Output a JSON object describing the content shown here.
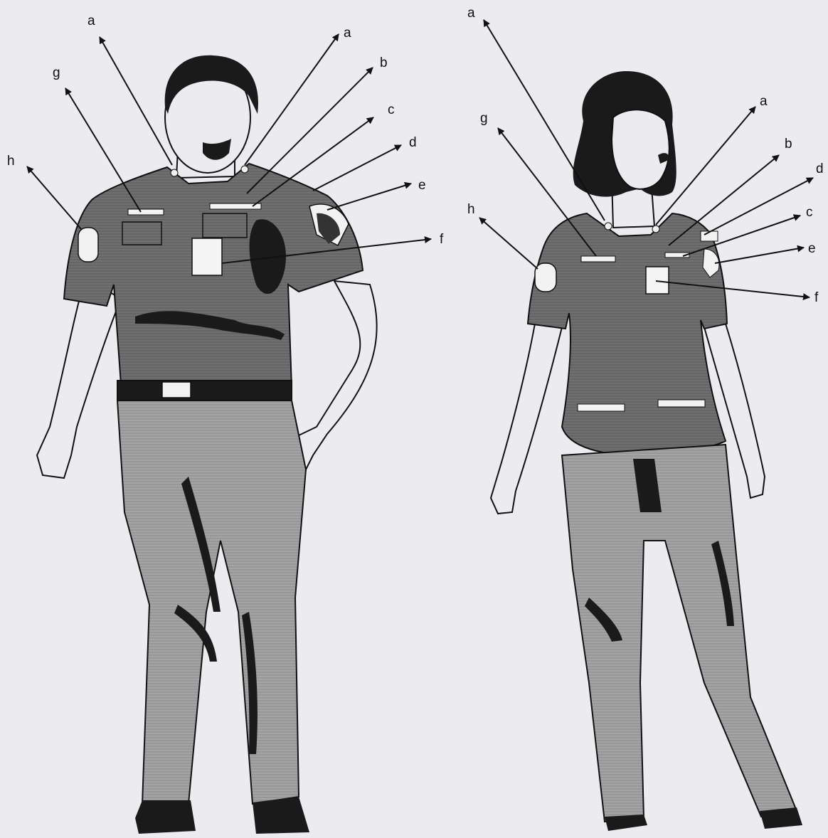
{
  "colors": {
    "background": "#ecebf0",
    "shirt_dark": "#6b6b6b",
    "trousers": "#9a9a9a",
    "shadow": "#1a1a1a",
    "skin": "#ecebf0",
    "badge": "#f4f4f4"
  },
  "figures": [
    {
      "name": "male-officer",
      "callouts": [
        {
          "label": "a"
        },
        {
          "label": "a"
        },
        {
          "label": "b"
        },
        {
          "label": "c"
        },
        {
          "label": "d"
        },
        {
          "label": "e"
        },
        {
          "label": "f"
        },
        {
          "label": "g"
        },
        {
          "label": "h"
        }
      ]
    },
    {
      "name": "female-officer",
      "callouts": [
        {
          "label": "a"
        },
        {
          "label": "a"
        },
        {
          "label": "b"
        },
        {
          "label": "d"
        },
        {
          "label": "c"
        },
        {
          "label": "e"
        },
        {
          "label": "f"
        },
        {
          "label": "g"
        },
        {
          "label": "h"
        }
      ]
    }
  ]
}
